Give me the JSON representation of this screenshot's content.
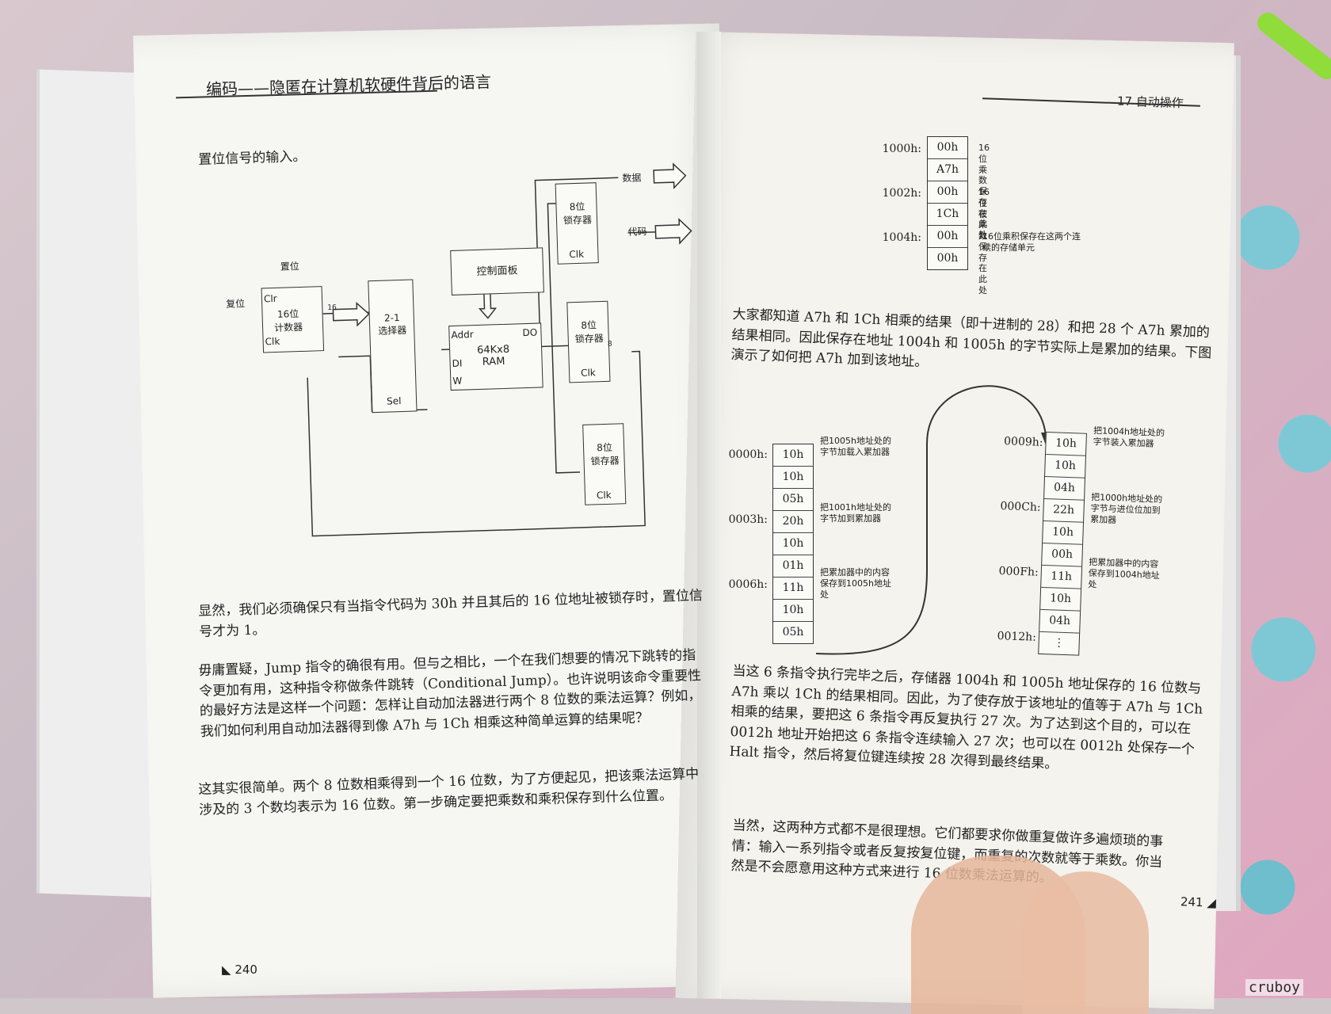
{
  "left_page": {
    "header": "编码——隐匿在计算机软硬件背后的语言",
    "intro_line": "置位信号的输入。",
    "para1": "显然，我们必须确保只有当指令代码为 30h 并且其后的 16 位地址被锁存时，置位信号才为 1。",
    "para2": "毋庸置疑，Jump 指令的确很有用。但与之相比，一个在我们想要的情况下跳转的指令更加有用，这种指令称做条件跳转（Conditional Jump）。也许说明该命令重要性的最好方法是这样一个问题：怎样让自动加法器进行两个 8 位数的乘法运算？例如，我们如何利用自动加法器得到像 A7h 与 1Ch 相乘这种简单运算的结果呢？",
    "para3": "这其实很简单。两个 8 位数相乘得到一个 16 位数，为了方便起见，把该乘法运算中涉及的 3 个数均表示为 16 位数。第一步确定要把乘数和乘积保存到什么位置。",
    "page_number": "240"
  },
  "circuit": {
    "set_label": "置位",
    "reset_label": "复位",
    "counter_clr": "Clr",
    "counter_name": "16位\n计数器",
    "counter_clk": "Clk",
    "selector_name": "2-1\n选择器",
    "selector_sel": "Sel",
    "control_panel": "控制面板",
    "ram_addr": "Addr",
    "ram_name": "64Kx8\nRAM",
    "ram_do": "DO",
    "ram_di": "DI",
    "ram_w": "W",
    "latch_name": "8位\n锁存器",
    "latch_clk": "Clk",
    "data_out": "数据",
    "code_out": "代码",
    "bus16": "16",
    "bus8": "8"
  },
  "right_page": {
    "header": "17  自动操作",
    "para1": "大家都知道 A7h 和 1Ch 相乘的结果（即十进制的 28）和把 28 个 A7h 累加的结果相同。因此保存在地址 1004h 和 1005h 的字节实际上是累加的结果。下图演示了如何把 A7h 加到该地址。",
    "para2": "当这 6 条指令执行完毕之后，存储器 1004h 和 1005h 地址保存的 16 位数与 A7h 乘以 1Ch 的结果相同。因此，为了使存放于该地址的值等于 A7h 与 1Ch 相乘的结果，要把这 6 条指令再反复执行 27 次。为了达到这个目的，可以在 0012h 地址开始把这 6 条指令连续输入 27 次；也可以在 0012h 处保存一个 Halt 指令，然后将复位键连续按 28 次得到最终结果。",
    "para3": "当然，这两种方式都不是很理想。它们都要求你做重复做许多遍烦琐的事情：输入一系列指令或者反复按复位键，而重复的次数就等于乘数。你当然是不会愿意用这种方式来进行 16 位数乘法运算的。",
    "page_number": "241"
  },
  "memory_top": {
    "addresses": [
      "1000h:",
      "1002h:",
      "1004h:"
    ],
    "cells": [
      "00h",
      "A7h",
      "00h",
      "1Ch",
      "00h",
      "00h"
    ],
    "notes": [
      "16位乘数保存在此处",
      "16位被乘数保存在此处",
      "16位乘积保存在这两个连续的存储单元"
    ]
  },
  "memory_left": {
    "addresses": [
      "0000h:",
      "0003h:",
      "0006h:"
    ],
    "cells": [
      "10h",
      "10h",
      "05h",
      "20h",
      "10h",
      "01h",
      "11h",
      "10h",
      "05h"
    ],
    "notes": [
      "把1005h地址处的字节加载入累加器",
      "把1001h地址处的字节加到累加器",
      "把累加器中的内容保存到1005h地址处"
    ]
  },
  "memory_right": {
    "addresses": [
      "0009h:",
      "000Ch:",
      "000Fh:",
      "0012h:"
    ],
    "cells": [
      "10h",
      "10h",
      "04h",
      "22h",
      "10h",
      "00h",
      "11h",
      "10h",
      "04h",
      "⋮"
    ],
    "notes": [
      "把1004h地址处的字节装入累加器",
      "把1000h地址处的字节与进位位加到累加器",
      "把累加器中的内容保存到1004h地址处"
    ]
  },
  "watermark": "cruboy"
}
